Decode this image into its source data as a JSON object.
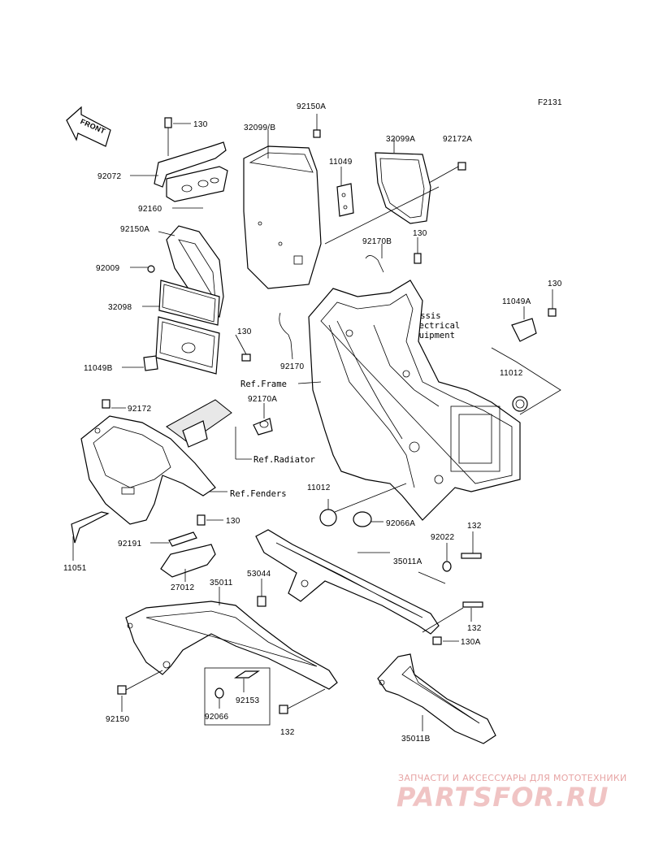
{
  "figure_code": "F2131",
  "front_label": "FRONT",
  "refs": {
    "chassis_1": "Ref.Chassis",
    "chassis_2": "Electrical",
    "chassis_3": "Equipment",
    "frame": "Ref.Frame",
    "radiator": "Ref.Radiator",
    "fenders": "Ref.Fenders"
  },
  "parts": {
    "p130_a": "130",
    "p92072": "92072",
    "p92160": "92160",
    "p92150A_top": "92150A",
    "p32099B": "32099/B",
    "p11049": "11049",
    "p32099A": "32099A",
    "p92172A": "92172A",
    "p92150A_left": "92150A",
    "p92009": "92009",
    "p32098": "32098",
    "p130_b": "130",
    "p11049B": "11049B",
    "p92170": "92170",
    "p92170B": "92170B",
    "p130_c": "130",
    "p130_d": "130",
    "p11049A": "11049A",
    "p11012_a": "11012",
    "p92172": "92172",
    "p92170A": "92170A",
    "p11012_b": "11012",
    "p92066A": "92066A",
    "p132_a": "132",
    "p92022": "92022",
    "p35011A": "35011A",
    "p130_e": "130",
    "p92191": "92191",
    "p11051": "11051",
    "p27012": "27012",
    "p35011": "35011",
    "p53044": "53044",
    "p132_b": "132",
    "p130A": "130A",
    "p92153": "92153",
    "p92066": "92066",
    "p92150": "92150",
    "p132_c": "132",
    "p35011B": "35011B"
  },
  "watermark": {
    "tagline": "ЗАПЧАСТИ И АКСЕССУАРЫ ДЛЯ МОТОТЕХНИКИ",
    "logo": "PARTSFOR.RU"
  }
}
